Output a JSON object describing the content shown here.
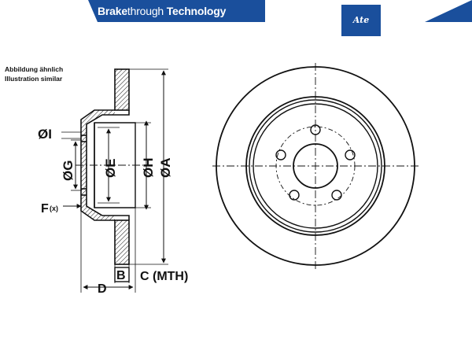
{
  "banner": {
    "title_bold": "Brake",
    "title_regular": "through ",
    "title_tail": "Technology",
    "color": "#1a4f9c"
  },
  "logo": {
    "text": "Ate"
  },
  "caption": {
    "line1": "Abbildung ähnlich",
    "line2": "Illustration similar"
  },
  "labels": {
    "i": "ØI",
    "g": "ØG",
    "e": "ØE",
    "h": "ØH",
    "a": "ØA",
    "f": "F",
    "f_sub": "(x)",
    "b": "B",
    "c": "C (MTH)",
    "d": "D"
  }
}
